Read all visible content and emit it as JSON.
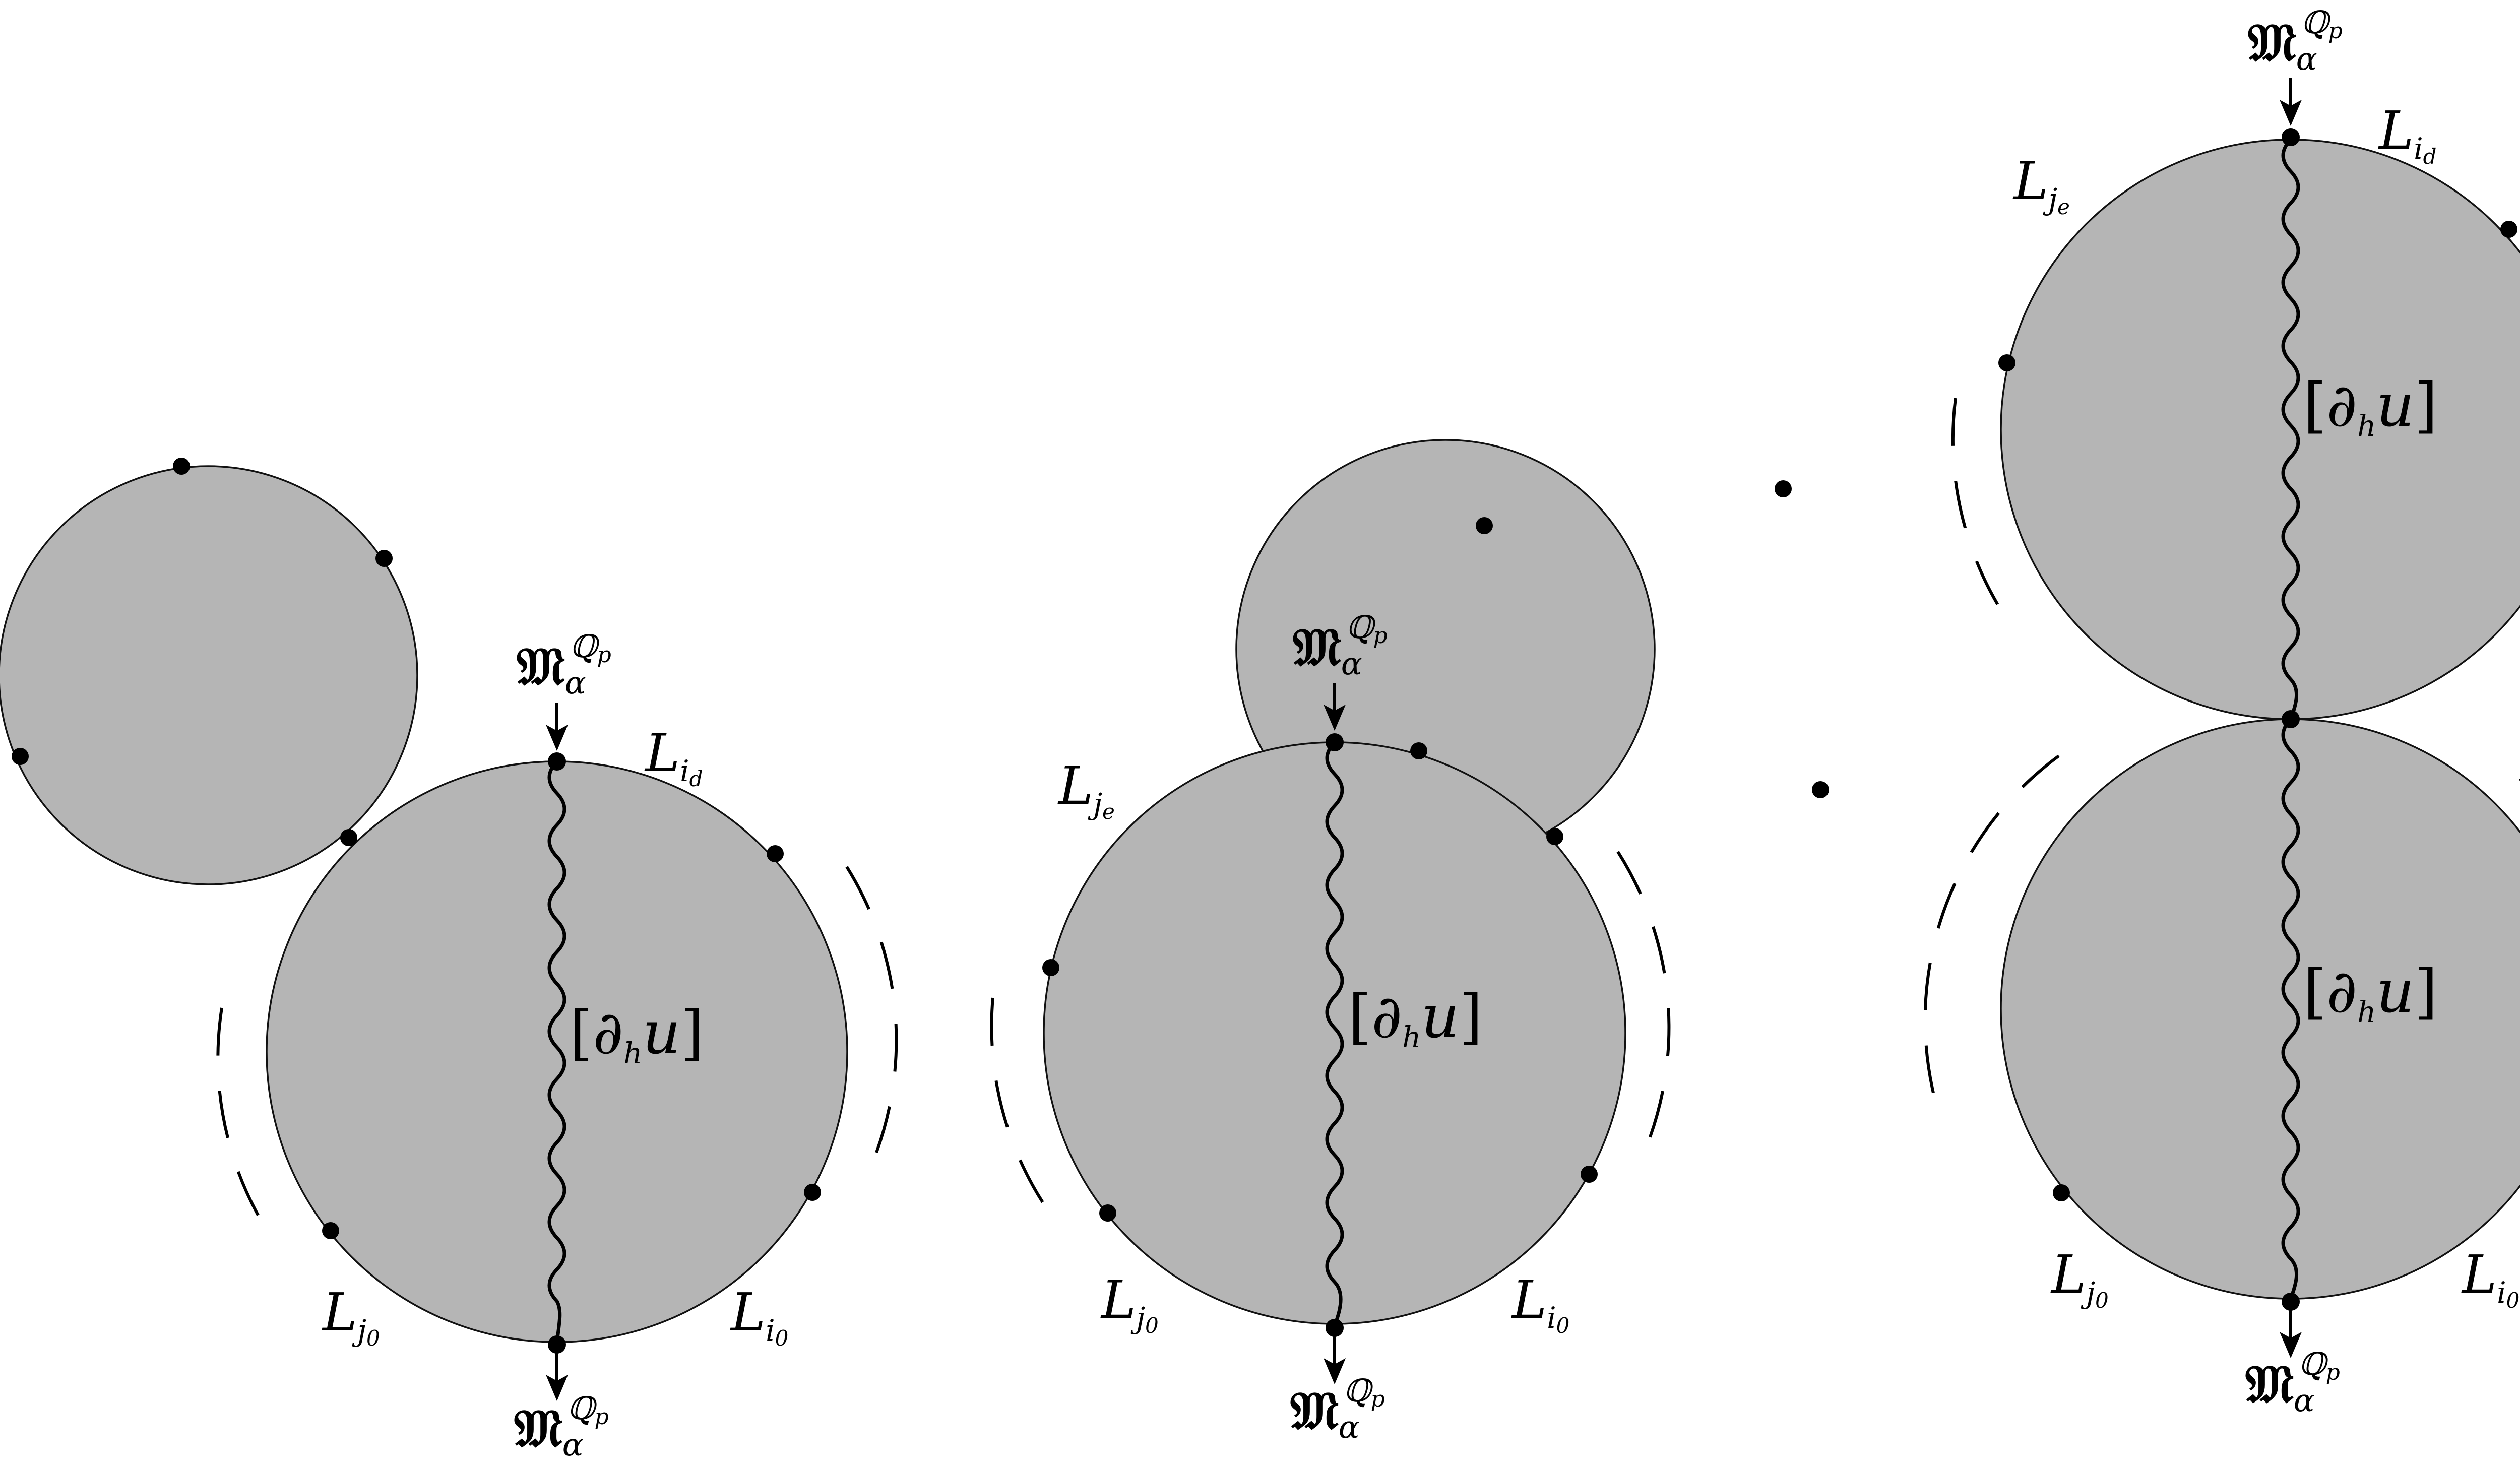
{
  "diagrams": [
    {
      "id": "left",
      "top_label": {
        "base": "𝔐",
        "sub": "α",
        "sup": "ℚ",
        "supsub": "p"
      },
      "bottom_label": {
        "base": "𝔐",
        "sub": "α",
        "sup": "ℚ",
        "supsub": "p"
      },
      "center_label": {
        "open": "[",
        "partial": "∂",
        "h": "h",
        "u": "u",
        "close": "]"
      },
      "boundary_labels": [
        {
          "L": "L",
          "i": "i",
          "idx": "d"
        },
        {
          "L": "L",
          "i": "j",
          "idx": "0"
        },
        {
          "L": "L",
          "i": "i",
          "idx": "0"
        }
      ]
    },
    {
      "id": "middle",
      "top_label": {
        "base": "𝔐",
        "sub": "α",
        "sup": "ℚ",
        "supsub": "p"
      },
      "bottom_label": {
        "base": "𝔐",
        "sub": "α",
        "sup": "ℚ",
        "supsub": "p"
      },
      "center_label": {
        "open": "[",
        "partial": "∂",
        "h": "h",
        "u": "u",
        "close": "]"
      },
      "boundary_labels": [
        {
          "L": "L",
          "i": "j",
          "idx": "e"
        },
        {
          "L": "L",
          "i": "j",
          "idx": "0"
        },
        {
          "L": "L",
          "i": "i",
          "idx": "0"
        }
      ]
    },
    {
      "id": "right",
      "top_label": {
        "base": "𝔐",
        "sub": "α",
        "sup": "ℚ",
        "supsub": "p"
      },
      "bottom_label": {
        "base": "𝔐",
        "sub": "α",
        "sup": "ℚ",
        "supsub": "p"
      },
      "center_label_upper": {
        "open": "[",
        "partial": "∂",
        "h": "h",
        "u": "u",
        "close": "]"
      },
      "center_label_lower": {
        "open": "[",
        "partial": "∂",
        "h": "h",
        "u": "u",
        "close": "]"
      },
      "boundary_labels": [
        {
          "L": "L",
          "i": "j",
          "idx": "e"
        },
        {
          "L": "L",
          "i": "i",
          "idx": "d"
        },
        {
          "L": "L",
          "i": "j",
          "idx": "0"
        },
        {
          "L": "L",
          "i": "i",
          "idx": "0"
        }
      ]
    }
  ],
  "colors": {
    "disk_fill": "#b5b5b5",
    "stroke": "#000000"
  }
}
